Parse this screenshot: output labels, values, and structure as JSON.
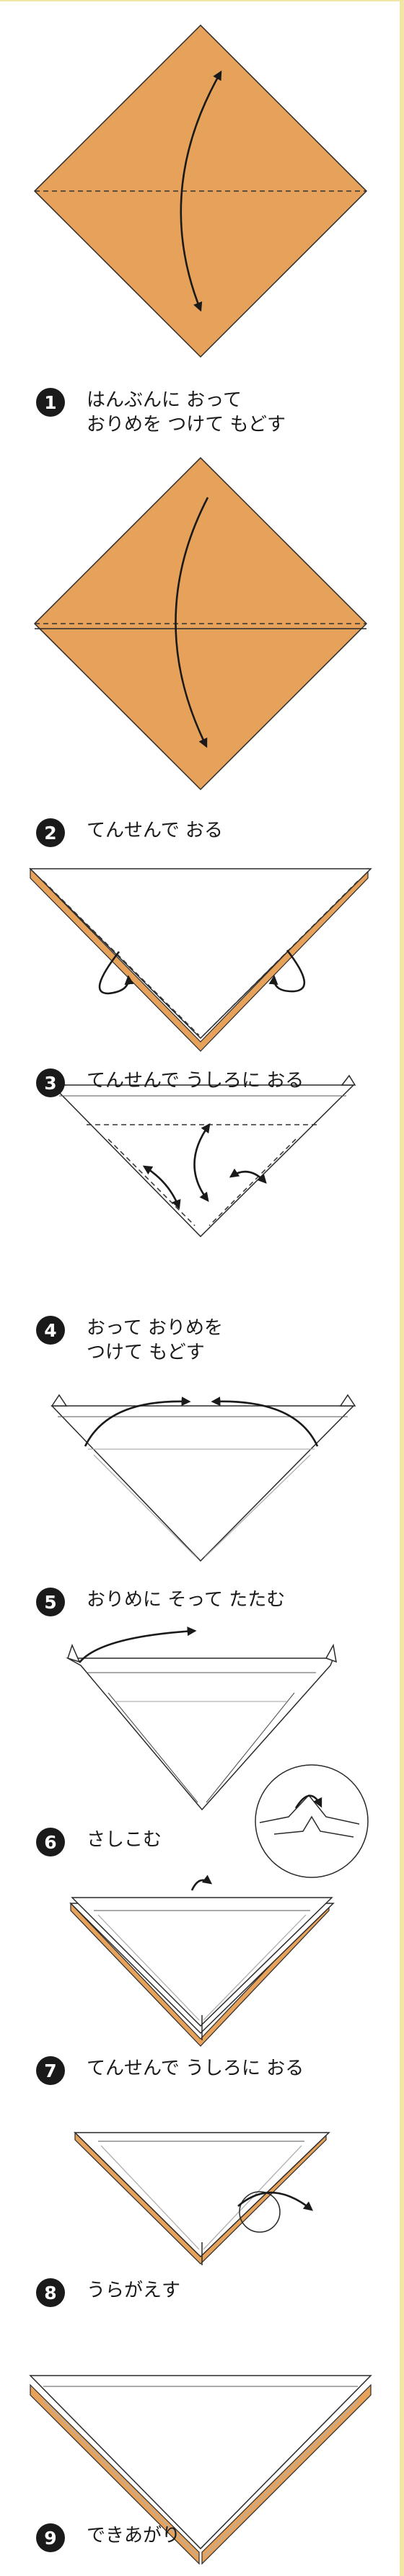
{
  "colors": {
    "paper": "#e6a25a",
    "ink": "#1a1a1a",
    "frame": "#f2e6a6"
  },
  "steps": [
    {
      "number": "1",
      "lines": [
        "はんぶんに おって",
        "おりめを つけて もどす"
      ]
    },
    {
      "number": "2",
      "lines": [
        "てんせんで おる"
      ]
    },
    {
      "number": "3",
      "lines": [
        "てんせんで うしろに おる"
      ]
    },
    {
      "number": "4",
      "lines": [
        "おって おりめを",
        "つけて もどす"
      ]
    },
    {
      "number": "5",
      "lines": [
        "おりめに そって たたむ"
      ]
    },
    {
      "number": "6",
      "lines": [
        "さしこむ"
      ]
    },
    {
      "number": "7",
      "lines": [
        "てんせんで うしろに おる"
      ]
    },
    {
      "number": "8",
      "lines": [
        "うらがえす"
      ]
    },
    {
      "number": "9",
      "lines": [
        "できあがり"
      ]
    }
  ]
}
